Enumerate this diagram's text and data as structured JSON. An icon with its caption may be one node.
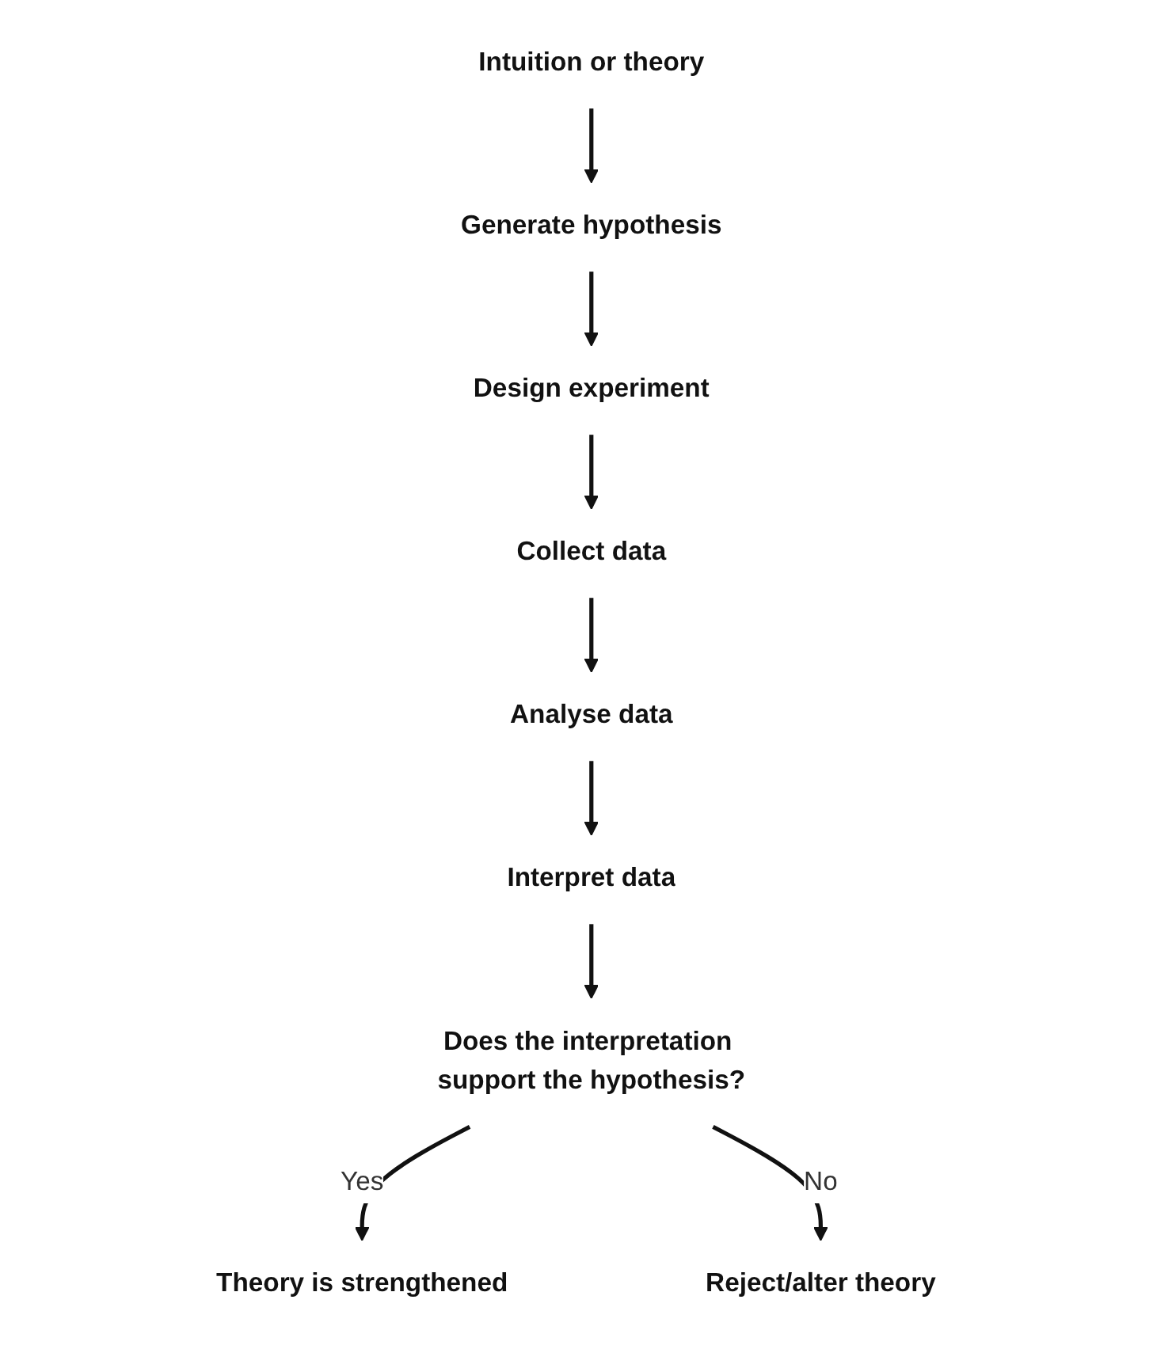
{
  "diagram": {
    "nodes": [
      {
        "text": [
          "Intuition or theory"
        ]
      },
      {
        "text": [
          "Generate hypothesis"
        ]
      },
      {
        "text": [
          "Design experiment"
        ]
      },
      {
        "text": [
          "Collect data"
        ]
      },
      {
        "text": [
          "Analyse data"
        ]
      },
      {
        "text": [
          "Interpret data"
        ]
      },
      {
        "text": [
          "Does the interpretation support the hypothesis?"
        ]
      },
      {
        "text": [
          "Theory is strengthened"
        ]
      },
      {
        "text": [
          "Reject/alter theory"
        ]
      }
    ],
    "edges": [
      {
        "from": 0,
        "to": 1,
        "arrow": "to"
      },
      {
        "from": 1,
        "to": 2,
        "arrow": "to"
      },
      {
        "from": 2,
        "to": 3,
        "arrow": "to"
      },
      {
        "from": 3,
        "to": 4,
        "arrow": "to"
      },
      {
        "from": 4,
        "to": 5,
        "arrow": "to"
      },
      {
        "from": 5,
        "to": 6,
        "arrow": "to"
      },
      {
        "from": 6,
        "to": 7,
        "arrow": "to",
        "label": "Yes"
      },
      {
        "from": 6,
        "to": 8,
        "arrow": "to",
        "label": "No"
      }
    ]
  }
}
